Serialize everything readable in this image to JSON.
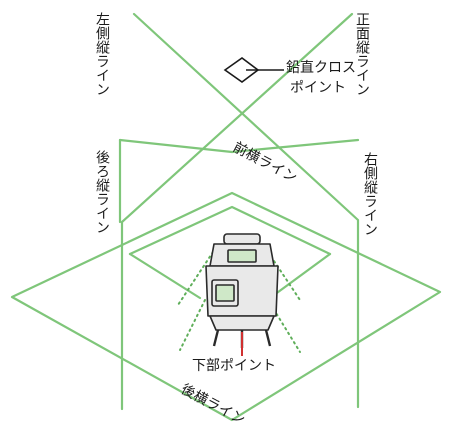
{
  "colors": {
    "laser_line": "#7fc67a",
    "laser_dots": "#5fae5a",
    "ink": "#1a1a1a",
    "device_body": "#e9e9e9",
    "device_stroke": "#2a2a2a",
    "device_window": "#cfe8c8",
    "plumb_point": "#d03030"
  },
  "labels": {
    "left_vertical_line": "左側縦ライン",
    "front_vertical_line": "正面縦ライン",
    "plumb_cross_point_line1": "鉛直クロス",
    "plumb_cross_point_line2": "ポイント",
    "front_horizontal_line": "前横ライン",
    "back_vertical_line": "後ろ縦ライン",
    "right_vertical_line": "右側縦ライン",
    "bottom_point": "下部ポイント",
    "back_horizontal_line": "後横ライン"
  },
  "icons": {
    "device": "line-laser-level-icon"
  }
}
